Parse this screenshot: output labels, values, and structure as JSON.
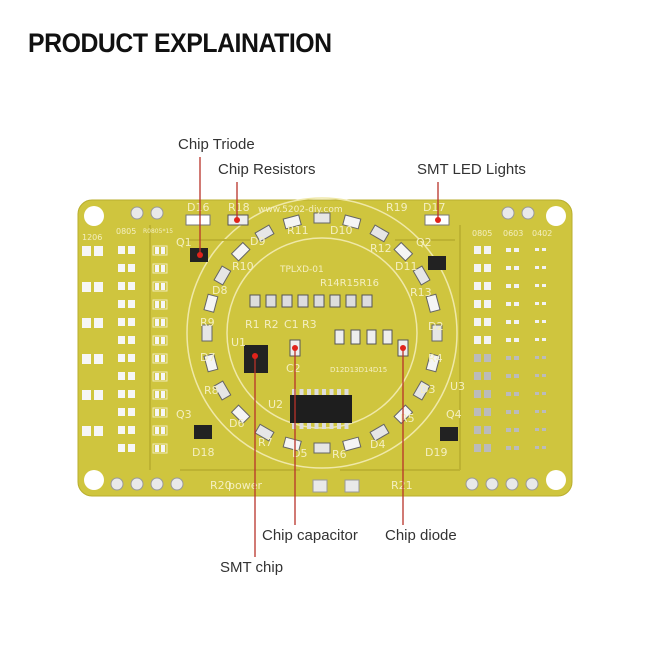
{
  "title": "PRODUCT EXPLAINATION",
  "callouts": {
    "chip_triode": "Chip Triode",
    "chip_resistors": "Chip Resistors",
    "smt_led_lights": "SMT LED Lights",
    "chip_capacitor": "Chip capacitor",
    "chip_diode": "Chip diode",
    "smt_chip": "SMT chip"
  },
  "board": {
    "website": "www.5202-diy.com",
    "model": "TPLXD-01",
    "power": "power",
    "size_left_1": "1206",
    "size_left_2": "0805",
    "size_left_3": "R0805*15",
    "size_right_1": "0805",
    "size_right_2": "0603",
    "size_right_3": "0402",
    "labels": {
      "d16": "D16",
      "r18": "R18",
      "r19": "R19",
      "d17": "D17",
      "q1": "Q1",
      "q2": "Q2",
      "q3": "Q3",
      "q4": "Q4",
      "r10": "R10",
      "d9": "D9",
      "r11": "R11",
      "d10": "D10",
      "r12": "R12",
      "d11": "D11",
      "r13": "R13",
      "d8": "D8",
      "r9": "R9",
      "d7": "D7",
      "r8": "R8",
      "d6": "D6",
      "r7": "R7",
      "d5": "D5",
      "r6": "R6",
      "d4": "D4",
      "r5": "R5",
      "d3": "D3",
      "r4": "R4",
      "d2": "D2",
      "r14r15r16": "R14R15R16",
      "r1": "R1",
      "r2": "R2",
      "c1": "C1",
      "r3": "R3",
      "c2": "C2",
      "u1": "U1",
      "u2": "U2",
      "u3": "U3",
      "d18": "D18",
      "d19": "D19",
      "r20": "R20",
      "r21": "R21",
      "d12_15": "D12D13D14D15"
    }
  },
  "colors": {
    "board": "#cfc53e",
    "silk": "#f4efc0",
    "callout_line": "#b8322a"
  }
}
